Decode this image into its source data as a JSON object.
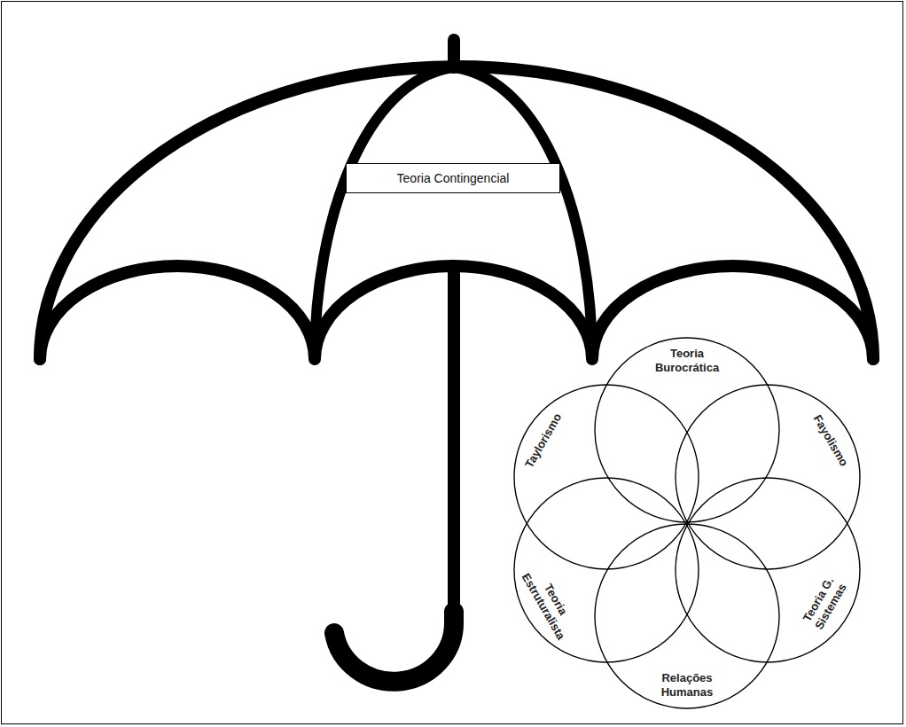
{
  "diagram": {
    "nodes": [
      {
        "text": [
          "Teoria Contingencial"
        ]
      },
      {
        "text": [
          "Teoria Burocrática"
        ]
      },
      {
        "text": [
          "Taylorismo"
        ]
      },
      {
        "text": [
          "Fayolismo"
        ]
      },
      {
        "text": [
          "Teoria Estruturalista"
        ]
      },
      {
        "text": [
          "Teoria G. Sistemas"
        ]
      },
      {
        "text": [
          "Relações Humanas"
        ]
      }
    ]
  }
}
